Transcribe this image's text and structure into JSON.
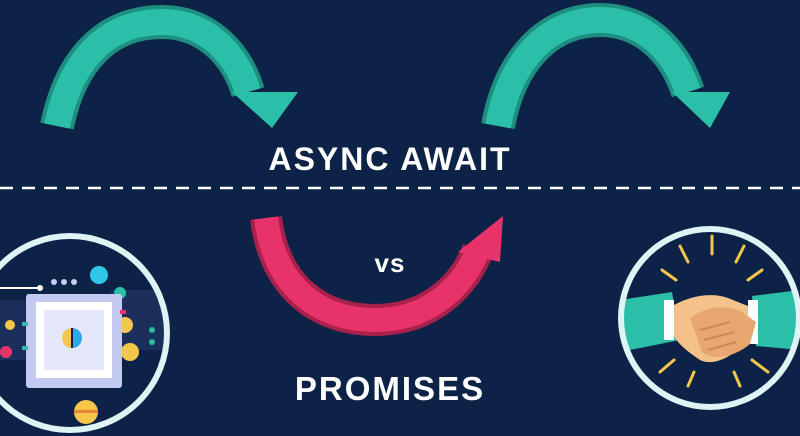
{
  "labels": {
    "top": "ASYNC AWAIT",
    "middle": "vs",
    "bottom": "PROMISES"
  },
  "colors": {
    "background": "#0c2246",
    "arrow_teal": "#2bbfa8",
    "arrow_teal_dark": "#1d8e80",
    "arrow_pink": "#e8336a",
    "arrow_pink_dark": "#a8204c",
    "circle_ring": "#dff3f5",
    "divider": "#ffffff",
    "text": "#ffffff"
  },
  "icons": {
    "left": "chip-icon",
    "right": "handshake-icon"
  }
}
